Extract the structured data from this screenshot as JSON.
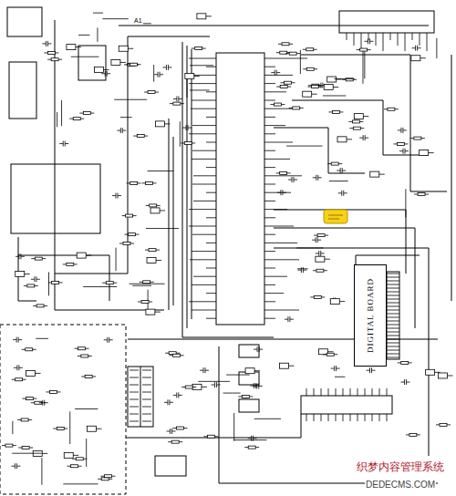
{
  "diagram": {
    "nodes": [
      {
        "text": [
          "DIGITAL BOARD"
        ]
      }
    ],
    "labels": [
      "A1",
      "织梦内容管理系统",
      "DEDECMS.COM"
    ]
  }
}
